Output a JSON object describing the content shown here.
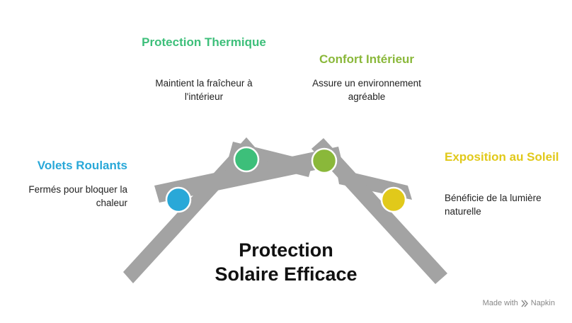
{
  "title": {
    "line1": "Protection",
    "line2": "Solaire Efficace"
  },
  "items": [
    {
      "id": "volets-roulants",
      "title": "Volets Roulants",
      "description": "Fermés pour bloquer la chaleur",
      "color": "#29a8d8"
    },
    {
      "id": "protection-thermique",
      "title": "Protection Thermique",
      "description": "Maintient la fraîcheur à l'intérieur",
      "color": "#3dbf7a"
    },
    {
      "id": "confort-interieur",
      "title": "Confort Intérieur",
      "description": "Assure un environnement agréable",
      "color": "#8ab83a"
    },
    {
      "id": "exposition-soleil",
      "title": "Exposition au Soleil",
      "description": "Bénéficie de la lumière naturelle",
      "color": "#e1c91a"
    }
  ],
  "beam_color": "#a3a3a3",
  "watermark": {
    "prefix": "Made with",
    "brand": "Napkin"
  }
}
